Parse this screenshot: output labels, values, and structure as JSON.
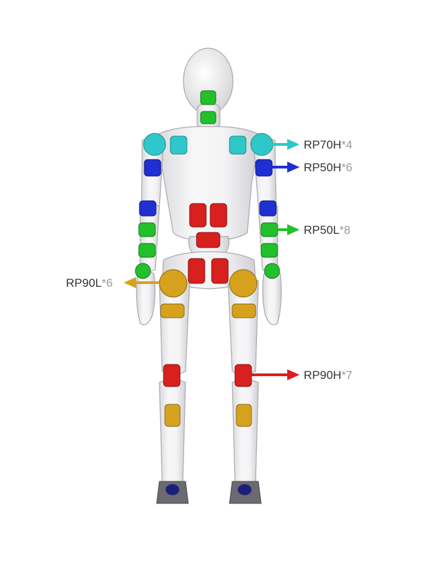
{
  "colors": {
    "cyan": "#2ec8c8",
    "blue": "#1f2fd2",
    "green": "#22c02a",
    "gold": "#d6a21e",
    "red": "#d8201e",
    "navy": "#1c1f7a"
  },
  "callouts": [
    {
      "id": "rp70h",
      "model": "RP70H",
      "count": "*4",
      "color": "cyan"
    },
    {
      "id": "rp50h",
      "model": "RP50H",
      "count": "*6",
      "color": "blue"
    },
    {
      "id": "rp50l",
      "model": "RP50L",
      "count": "*8",
      "color": "green"
    },
    {
      "id": "rp90l",
      "model": "RP90L",
      "count": "*6",
      "color": "gold"
    },
    {
      "id": "rp90h",
      "model": "RP90H",
      "count": "*7",
      "color": "red"
    }
  ]
}
